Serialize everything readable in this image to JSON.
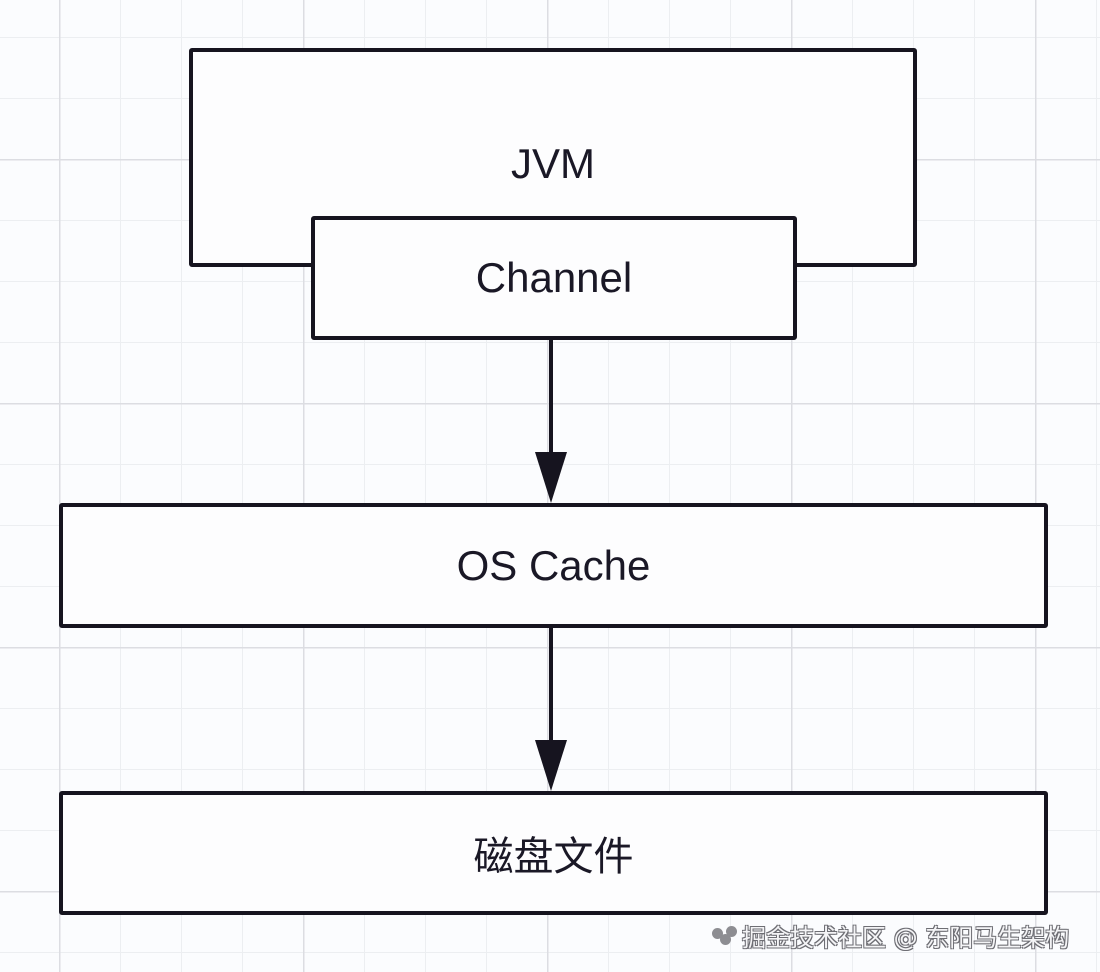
{
  "diagram": {
    "type": "flow",
    "nodes": [
      {
        "id": "jvm",
        "label": "JVM"
      },
      {
        "id": "channel",
        "label": "Channel"
      },
      {
        "id": "os_cache",
        "label": "OS Cache"
      },
      {
        "id": "disk_file",
        "label": "磁盘文件"
      }
    ],
    "edges": [
      {
        "from": "channel",
        "to": "os_cache"
      },
      {
        "from": "os_cache",
        "to": "disk_file"
      }
    ]
  },
  "watermark": {
    "text": "掘金技术社区 @ 东阳马生架构",
    "icon": "community-logo-icon"
  },
  "colors": {
    "stroke": "#16141f",
    "background": "#fbfcfe",
    "grid": "#dcdde2"
  }
}
